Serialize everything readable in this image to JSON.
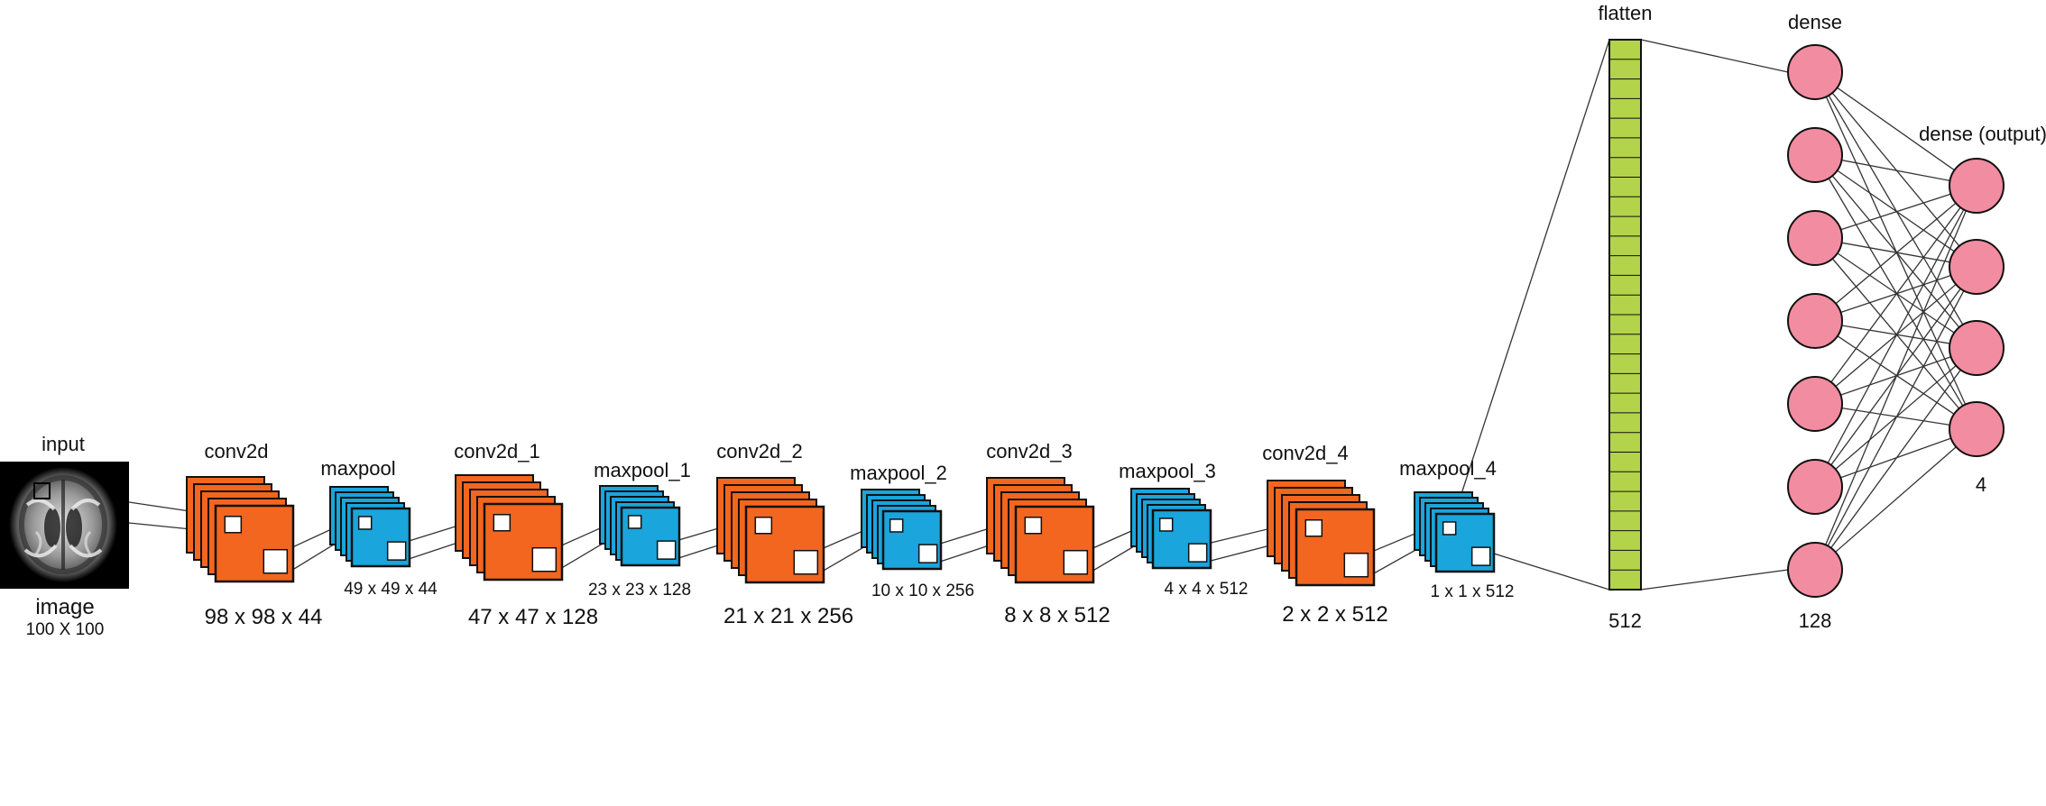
{
  "colors": {
    "conv": "#f2661f",
    "pool": "#1aa5dc",
    "flatten": "#b3d34a",
    "dense": "#f28ca0",
    "stroke": "#111111",
    "line": "#333333"
  },
  "input": {
    "title": "input",
    "caption": "image",
    "size": "100 X 100"
  },
  "layers": [
    {
      "kind": "conv",
      "title": "conv2d",
      "dims": "98 x 98 x 44"
    },
    {
      "kind": "pool",
      "title": "maxpool",
      "dims": "49 x 49 x 44"
    },
    {
      "kind": "conv",
      "title": "conv2d_1",
      "dims": "47 x 47 x 128"
    },
    {
      "kind": "pool",
      "title": "maxpool_1",
      "dims": "23 x 23 x 128"
    },
    {
      "kind": "conv",
      "title": "conv2d_2",
      "dims": "21 x 21 x 256"
    },
    {
      "kind": "pool",
      "title": "maxpool_2",
      "dims": "10 x 10 x 256"
    },
    {
      "kind": "conv",
      "title": "conv2d_3",
      "dims": "8 x 8 x 512"
    },
    {
      "kind": "pool",
      "title": "maxpool_3",
      "dims": "4 x 4 x 512"
    },
    {
      "kind": "conv",
      "title": "conv2d_4",
      "dims": "2 x 2 x 512"
    },
    {
      "kind": "pool",
      "title": "maxpool_4",
      "dims": "1 x 1 x 512"
    }
  ],
  "flatten": {
    "title": "flatten",
    "size": "512",
    "cells": 28
  },
  "dense": {
    "title": "dense",
    "size": "128",
    "nodes": 7
  },
  "output": {
    "title": "dense (output)",
    "size": "4",
    "nodes": 4
  }
}
